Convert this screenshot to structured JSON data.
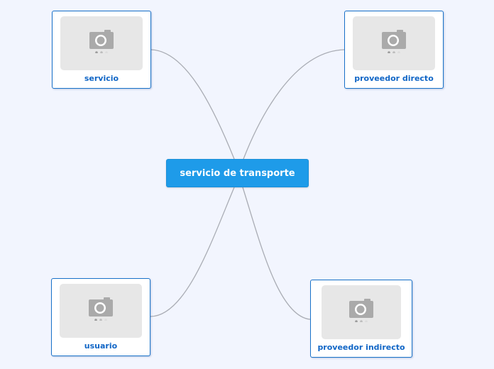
{
  "central": {
    "label": "servicio de transporte"
  },
  "topics": [
    {
      "id": "servicio",
      "label": "servicio",
      "image_icon": "camera-icon"
    },
    {
      "id": "directo",
      "label": "proveedor directo",
      "image_icon": "camera-icon"
    },
    {
      "id": "usuario",
      "label": "usuario",
      "image_icon": "camera-icon"
    },
    {
      "id": "indirecto",
      "label": "proveedor indirecto",
      "image_icon": "camera-icon"
    }
  ],
  "colors": {
    "background": "#f2f5fe",
    "central_fill": "#1e9be9",
    "topic_border": "#1972c9",
    "topic_text": "#1166c6",
    "connector": "#a9acb4",
    "placeholder": "#e7e7e7"
  }
}
